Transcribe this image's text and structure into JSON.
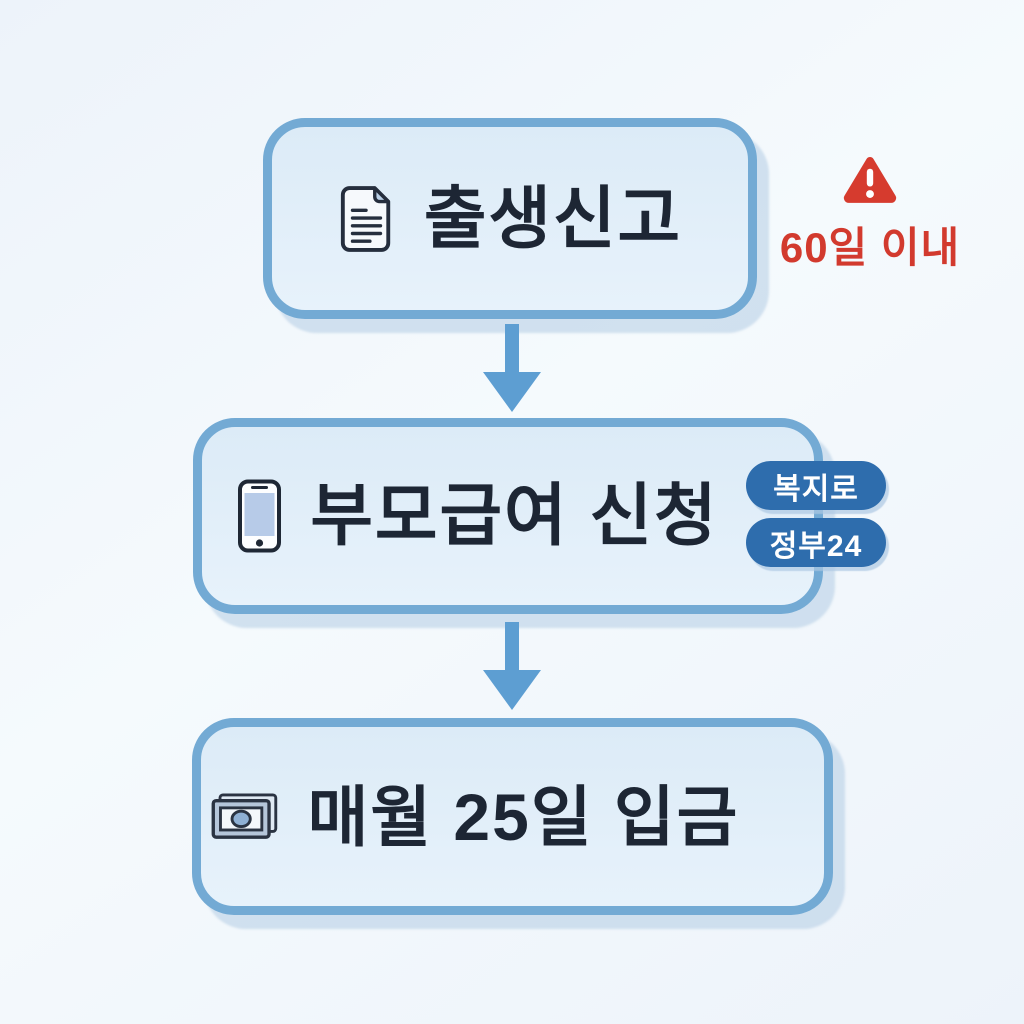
{
  "flow": {
    "steps": [
      {
        "id": "birth-registration",
        "label": "출생신고",
        "icon": "document-icon"
      },
      {
        "id": "benefit-application",
        "label": "부모급여 신청",
        "icon": "smartphone-icon",
        "badges": [
          {
            "label": "복지로"
          },
          {
            "label": "정부24"
          }
        ]
      },
      {
        "id": "monthly-deposit",
        "label": "매월 25일 입금",
        "icon": "banknote-icon"
      }
    ],
    "connectors": [
      "arrow-down",
      "arrow-down"
    ],
    "warning": {
      "label": "60일 이내",
      "icon": "warning-triangle-icon"
    }
  },
  "colors": {
    "background": "#f1f6fb",
    "box_border": "#73aad4",
    "box_fill": "#e2eef9",
    "box_shadow": "#b2cce4",
    "title_text": "#1d2634",
    "arrow": "#5d9ed2",
    "warning_red": "#d23a2e",
    "badge_blue": "#2e6dad",
    "badge_text": "#ffffff",
    "phone_screen": "#b7cbe8",
    "document_fold": "#b9cfe6",
    "banknote_fill": "#b5c6da"
  }
}
